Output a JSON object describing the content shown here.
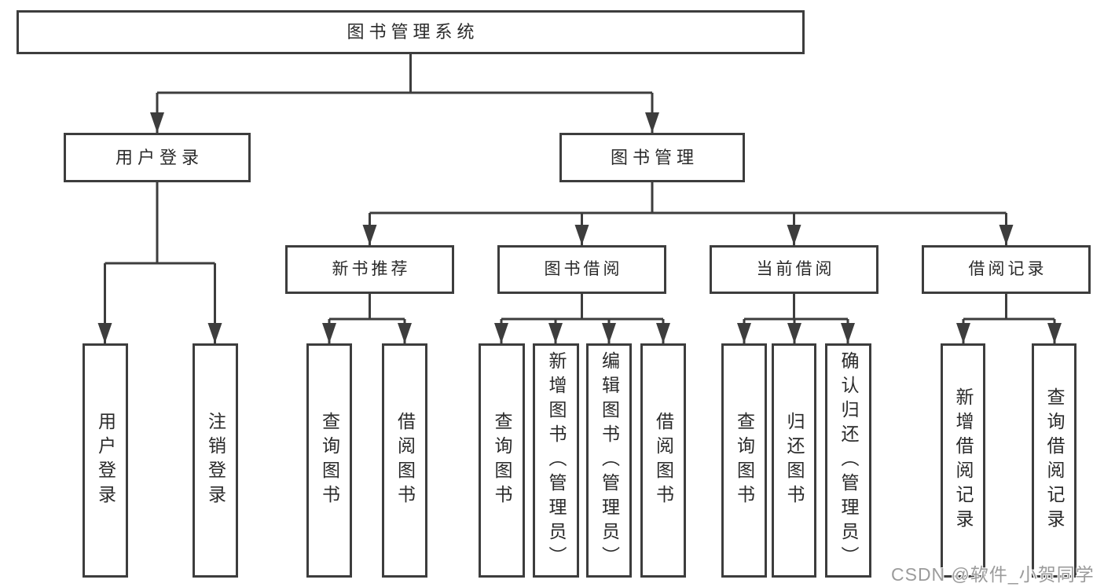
{
  "tree": {
    "root_label": "图书管理系统",
    "branches": [
      {
        "label": "用户登录",
        "children": [
          {
            "label": "用户登录"
          },
          {
            "label": "注销登录"
          }
        ]
      },
      {
        "label": "图书管理",
        "children": [
          {
            "label": "新书推荐",
            "children": [
              {
                "label": "查询图书"
              },
              {
                "label": "借阅图书"
              }
            ]
          },
          {
            "label": "图书借阅",
            "children": [
              {
                "label": "查询图书"
              },
              {
                "label": "新增图书（管理员）"
              },
              {
                "label": "编辑图书（管理员）"
              },
              {
                "label": "借阅图书"
              }
            ]
          },
          {
            "label": "当前借阅",
            "children": [
              {
                "label": "查询图书"
              },
              {
                "label": "归还图书"
              },
              {
                "label": "确认归还（管理员）"
              }
            ]
          },
          {
            "label": "借阅记录",
            "children": [
              {
                "label": "新增借阅记录"
              },
              {
                "label": "查询借阅记录"
              }
            ]
          }
        ]
      }
    ]
  },
  "watermark": {
    "text": "CSDN @软件_小贺同学"
  },
  "colors": {
    "line": "#3d3d3d",
    "text": "#2a2a2a",
    "watermark": "#9b9b9b",
    "background": "#ffffff"
  }
}
